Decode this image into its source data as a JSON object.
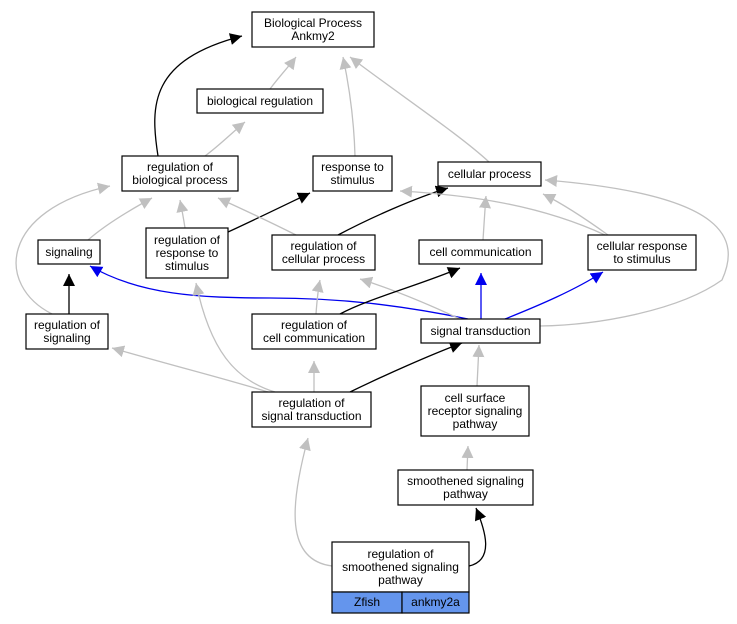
{
  "colors": {
    "is_a": "#c0c0c0",
    "regulates": "#000000",
    "part_of": "#0000ee",
    "gene_cell": "#6495ED"
  },
  "nodes": [
    {
      "id": "bp",
      "lines": [
        "Biological Process",
        "Ankmy2"
      ]
    },
    {
      "id": "breg",
      "lines": [
        "biological regulation"
      ]
    },
    {
      "id": "regbp",
      "lines": [
        "regulation of",
        "biological process"
      ]
    },
    {
      "id": "resp",
      "lines": [
        "response to",
        "stimulus"
      ]
    },
    {
      "id": "cellp",
      "lines": [
        "cellular process"
      ]
    },
    {
      "id": "sig",
      "lines": [
        "signaling"
      ]
    },
    {
      "id": "regrs",
      "lines": [
        "regulation of",
        "response to",
        "stimulus"
      ]
    },
    {
      "id": "regcp",
      "lines": [
        "regulation of",
        "cellular process"
      ]
    },
    {
      "id": "cellc",
      "lines": [
        "cell communication"
      ]
    },
    {
      "id": "crs",
      "lines": [
        "cellular response",
        "to stimulus"
      ]
    },
    {
      "id": "regsig",
      "lines": [
        "regulation of",
        "signaling"
      ]
    },
    {
      "id": "regcc",
      "lines": [
        "regulation of",
        "cell communication"
      ]
    },
    {
      "id": "st",
      "lines": [
        "signal transduction"
      ]
    },
    {
      "id": "regst",
      "lines": [
        "regulation of",
        "signal transduction"
      ]
    },
    {
      "id": "csr",
      "lines": [
        "cell surface",
        "receptor signaling",
        "pathway"
      ]
    },
    {
      "id": "ssp",
      "lines": [
        "smoothened signaling",
        "pathway"
      ]
    },
    {
      "id": "regssp",
      "lines": [
        "regulation of",
        "smoothened signaling",
        "pathway"
      ]
    }
  ],
  "gene_row": {
    "species": "Zfish",
    "gene": "ankmy2a"
  },
  "edges": [
    {
      "from": "breg",
      "to": "bp",
      "type": "is_a"
    },
    {
      "from": "resp",
      "to": "bp",
      "type": "is_a"
    },
    {
      "from": "cellp",
      "to": "bp",
      "type": "is_a"
    },
    {
      "from": "regbp",
      "to": "bp",
      "type": "regulates"
    },
    {
      "from": "regbp",
      "to": "breg",
      "type": "is_a"
    },
    {
      "from": "sig",
      "to": "regbp",
      "type": "is_a"
    },
    {
      "from": "regsig",
      "to": "regbp",
      "type": "is_a"
    },
    {
      "from": "regrs",
      "to": "regbp",
      "type": "is_a"
    },
    {
      "from": "regrs",
      "to": "resp",
      "type": "regulates"
    },
    {
      "from": "regcp",
      "to": "regbp",
      "type": "is_a"
    },
    {
      "from": "regcp",
      "to": "cellp",
      "type": "regulates"
    },
    {
      "from": "cellc",
      "to": "cellp",
      "type": "is_a"
    },
    {
      "from": "crs",
      "to": "cellp",
      "type": "is_a"
    },
    {
      "from": "crs",
      "to": "resp",
      "type": "is_a"
    },
    {
      "from": "regsig",
      "to": "sig",
      "type": "regulates"
    },
    {
      "from": "st",
      "to": "sig",
      "type": "part_of"
    },
    {
      "from": "st",
      "to": "cellc",
      "type": "part_of"
    },
    {
      "from": "st",
      "to": "crs",
      "type": "part_of"
    },
    {
      "from": "st",
      "to": "regcp",
      "type": "is_a"
    },
    {
      "from": "st",
      "to": "cellp",
      "type": "is_a"
    },
    {
      "from": "regcc",
      "to": "regcp",
      "type": "is_a"
    },
    {
      "from": "regcc",
      "to": "cellc",
      "type": "regulates"
    },
    {
      "from": "regst",
      "to": "regsig",
      "type": "is_a"
    },
    {
      "from": "regst",
      "to": "regrs",
      "type": "is_a"
    },
    {
      "from": "regst",
      "to": "regcc",
      "type": "is_a"
    },
    {
      "from": "regst",
      "to": "st",
      "type": "regulates"
    },
    {
      "from": "csr",
      "to": "st",
      "type": "is_a"
    },
    {
      "from": "ssp",
      "to": "csr",
      "type": "is_a"
    },
    {
      "from": "regssp",
      "to": "regst",
      "type": "is_a"
    },
    {
      "from": "regssp",
      "to": "ssp",
      "type": "regulates"
    }
  ]
}
